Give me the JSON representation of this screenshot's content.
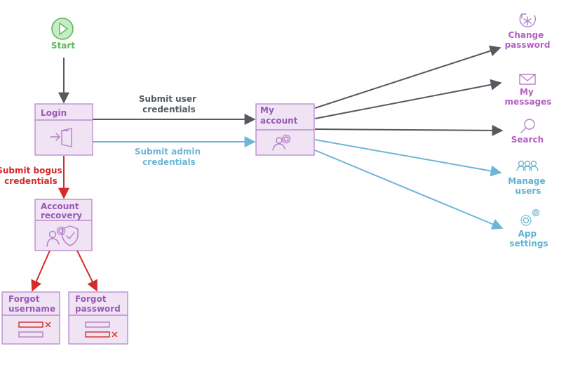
{
  "start": {
    "label": "Start"
  },
  "nodes": {
    "login": {
      "title": "Login"
    },
    "my_account": {
      "title_line1": "My",
      "title_line2": "account"
    },
    "account_recovery": {
      "title_line1": "Account",
      "title_line2": "recovery"
    },
    "forgot_username": {
      "title_line1": "Forgot",
      "title_line2": "username"
    },
    "forgot_password": {
      "title_line1": "Forgot",
      "title_line2": "password"
    }
  },
  "edges": {
    "submit_user": {
      "line1": "Submit user",
      "line2": "credentials"
    },
    "submit_admin": {
      "line1": "Submit admin",
      "line2": "credentials"
    },
    "submit_bogus": {
      "line1": "Submit bogus",
      "line2": "credentials"
    }
  },
  "destinations": {
    "change_password": {
      "line1": "Change",
      "line2": "password",
      "icon": "change-password-icon"
    },
    "my_messages": {
      "line1": "My",
      "line2": "messages",
      "icon": "envelope-icon"
    },
    "search": {
      "line1": "Search",
      "icon": "search-icon"
    },
    "manage_users": {
      "line1": "Manage",
      "line2": "users",
      "icon": "users-icon"
    },
    "app_settings": {
      "line1": "App",
      "line2": "settings",
      "icon": "gears-icon"
    }
  },
  "colors": {
    "user_path": "#555a60",
    "admin_path": "#6db6d6",
    "error_path": "#d42b2b",
    "start": "#5cb85c",
    "node": "#b37fc7"
  }
}
